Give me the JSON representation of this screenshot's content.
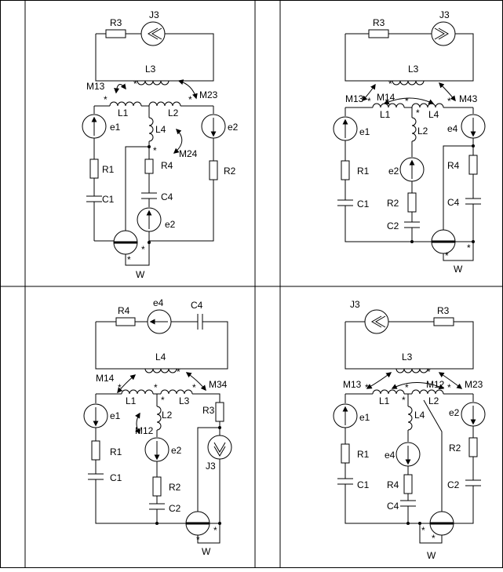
{
  "panels": [
    {
      "source_current": "J3",
      "source_resistor": "R3",
      "coupling_coil": "L3",
      "mutual_left": "M13",
      "mutual_right": "M23",
      "mutual_inner": "M24",
      "coil_left": "L1",
      "coil_right": "L2",
      "coil_mid": "L4",
      "left_emf": "e1",
      "left_resistor": "R1",
      "left_cap": "C1",
      "mid_resistor": "R4",
      "mid_cap": "C4",
      "mid_emf": "e2",
      "right_emf": "e2",
      "right_resistor": "R2",
      "meter": "W",
      "mark": "*"
    },
    {
      "source_current": "J3",
      "source_resistor": "R3",
      "coupling_coil": "L3",
      "mutual_left": "M13",
      "mutual_inner": "M14",
      "mutual_right": "M43",
      "coil_left": "L1",
      "coil_right": "L4",
      "coil_mid": "L2",
      "left_emf": "e1",
      "left_resistor": "R1",
      "left_cap": "C1",
      "mid_emf": "e2",
      "mid_resistor": "R2",
      "mid_cap": "C2",
      "right_emf": "e4",
      "right_resistor": "R4",
      "right_cap": "C4",
      "meter": "W",
      "mark": "*"
    },
    {
      "source_resistor": "R4",
      "source_emf": "e4",
      "source_cap": "C4",
      "coupling_coil": "L4",
      "mutual_left": "M14",
      "mutual_right": "M34",
      "mutual_inner": "M12",
      "coil_left": "L1",
      "coil_right": "L3",
      "coil_mid": "L2",
      "left_emf": "e1",
      "left_resistor": "R1",
      "left_cap": "C1",
      "mid_emf": "e2",
      "mid_resistor": "R2",
      "mid_cap": "C2",
      "right_resistor": "R3",
      "right_current": "J3",
      "meter": "W",
      "mark": "*"
    },
    {
      "source_current": "J3",
      "source_resistor": "R3",
      "coupling_coil": "L3",
      "mutual_left": "M13",
      "mutual_inner": "M12",
      "mutual_right": "M23",
      "coil_left": "L1",
      "coil_right": "L2",
      "coil_mid": "L4",
      "left_emf": "e1",
      "left_resistor": "R1",
      "left_cap": "C1",
      "mid_emf": "e4",
      "mid_resistor": "R4",
      "mid_cap": "C4",
      "right_emf": "e2",
      "right_resistor": "R2",
      "right_cap": "C2",
      "meter": "W",
      "mark": "*"
    }
  ]
}
